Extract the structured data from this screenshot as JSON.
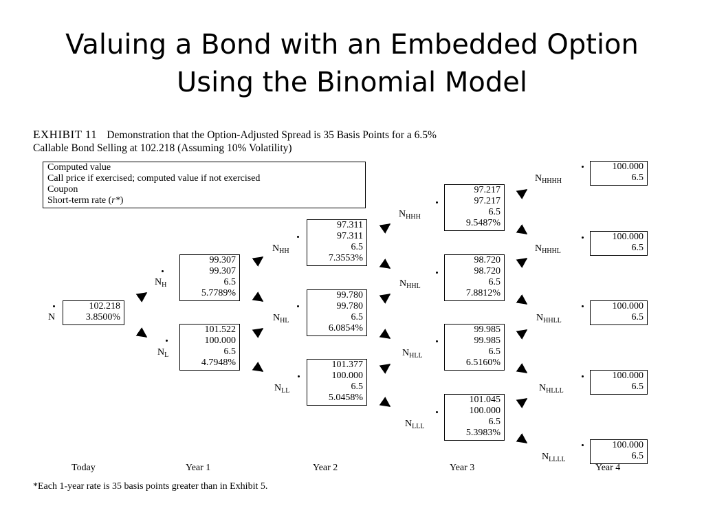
{
  "slide": {
    "title_line1": "Valuing a Bond with an Embedded Option",
    "title_line2": "Using the Binomial Model"
  },
  "exhibit": {
    "number": "EXHIBIT 11",
    "caption_line1": "Demonstration that the Option-Adjusted Spread is 35 Basis Points for a 6.5%",
    "caption_line2": "Callable Bond Selling at 102.218 (Assuming 10% Volatility)"
  },
  "legend": {
    "line1": "Computed value",
    "line2": "Call price if exercised; computed value if not exercised",
    "line3": "Coupon",
    "line4_prefix": "Short-term rate (",
    "line4_symbol": "r*",
    "line4_suffix": ")"
  },
  "nodes": {
    "n": {
      "base": "N",
      "sub": "",
      "computed": "102.218",
      "call": "",
      "coupon": "",
      "rate": "3.8500%"
    },
    "nh": {
      "base": "N",
      "sub": "H",
      "computed": "99.307",
      "call": "99.307",
      "coupon": "6.5",
      "rate": "5.7789%"
    },
    "nl": {
      "base": "N",
      "sub": "L",
      "computed": "101.522",
      "call": "100.000",
      "coupon": "6.5",
      "rate": "4.7948%"
    },
    "nhh": {
      "base": "N",
      "sub": "HH",
      "computed": "97.311",
      "call": "97.311",
      "coupon": "6.5",
      "rate": "7.3553%"
    },
    "nhl": {
      "base": "N",
      "sub": "HL",
      "computed": "99.780",
      "call": "99.780",
      "coupon": "6.5",
      "rate": "6.0854%"
    },
    "nll": {
      "base": "N",
      "sub": "LL",
      "computed": "101.377",
      "call": "100.000",
      "coupon": "6.5",
      "rate": "5.0458%"
    },
    "nhhh": {
      "base": "N",
      "sub": "HHH",
      "computed": "97.217",
      "call": "97.217",
      "coupon": "6.5",
      "rate": "9.5487%"
    },
    "nhhl": {
      "base": "N",
      "sub": "HHL",
      "computed": "98.720",
      "call": "98.720",
      "coupon": "6.5",
      "rate": "7.8812%"
    },
    "nhll": {
      "base": "N",
      "sub": "HLL",
      "computed": "99.985",
      "call": "99.985",
      "coupon": "6.5",
      "rate": "6.5160%"
    },
    "nlll": {
      "base": "N",
      "sub": "LLL",
      "computed": "101.045",
      "call": "100.000",
      "coupon": "6.5",
      "rate": "5.3983%"
    },
    "nhhhh": {
      "base": "N",
      "sub": "HHHH",
      "computed": "100.000",
      "coupon": "6.5"
    },
    "nhhhl": {
      "base": "N",
      "sub": "HHHL",
      "computed": "100.000",
      "coupon": "6.5"
    },
    "nhhll": {
      "base": "N",
      "sub": "HHLL",
      "computed": "100.000",
      "coupon": "6.5"
    },
    "nhlll": {
      "base": "N",
      "sub": "HLLL",
      "computed": "100.000",
      "coupon": "6.5"
    },
    "nllll": {
      "base": "N",
      "sub": "LLLL",
      "computed": "100.000",
      "coupon": "6.5"
    }
  },
  "years": {
    "today": "Today",
    "year1": "Year 1",
    "year2": "Year 2",
    "year3": "Year 3",
    "year4": "Year 4"
  },
  "footnote": "*Each 1-year rate is 35 basis points greater than in Exhibit 5."
}
